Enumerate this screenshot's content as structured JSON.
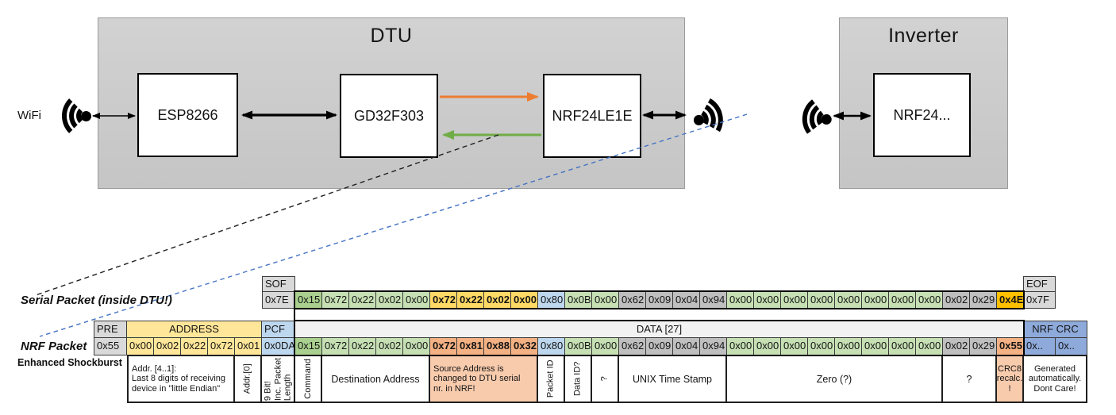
{
  "colors": {
    "gray_header": "#D9D9D9",
    "gray_byte": "#BFBFBF",
    "green_med": "#A9D08E",
    "green_light": "#C6E0B4",
    "gold": "#FFD966",
    "orange": "#FFC000",
    "salmon": "#F4B183",
    "salmon_light": "#F8CBAD",
    "blue_light": "#BDD7EE",
    "blue_crc": "#8EAADB",
    "yellow_addr": "#FFE699",
    "data_header_bg": "#F2F2F2",
    "arrow_orange": "#ED7D31",
    "arrow_green": "#70AD47",
    "dash_blue": "#4472C4",
    "dash_black": "#222222"
  },
  "diagram": {
    "wifi_label": "WiFi",
    "dtu": {
      "title": "DTU",
      "components": [
        {
          "label": "ESP8266"
        },
        {
          "label": "GD32F303"
        },
        {
          "label": "NRF24LE1E"
        }
      ]
    },
    "inverter": {
      "title": "Inverter",
      "components": [
        {
          "label": "NRF24..."
        }
      ]
    }
  },
  "serial_packet": {
    "label": "Serial Packet (inside DTU!)",
    "sof_header": "SOF",
    "sof_value": "0x7E",
    "eof_header": "EOF",
    "eof_value": "0x7F",
    "bytes": [
      {
        "v": "0x15",
        "c": "green_med"
      },
      {
        "v": "0x72",
        "c": "green_light"
      },
      {
        "v": "0x22",
        "c": "green_light"
      },
      {
        "v": "0x02",
        "c": "green_light"
      },
      {
        "v": "0x00",
        "c": "green_light"
      },
      {
        "v": "0x72",
        "c": "gold",
        "b": true
      },
      {
        "v": "0x22",
        "c": "gold",
        "b": true
      },
      {
        "v": "0x02",
        "c": "gold",
        "b": true
      },
      {
        "v": "0x00",
        "c": "gold",
        "b": true
      },
      {
        "v": "0x80",
        "c": "blue_light"
      },
      {
        "v": "0x0B",
        "c": "green_light"
      },
      {
        "v": "0x00",
        "c": "green_light"
      },
      {
        "v": "0x62",
        "c": "gray_byte"
      },
      {
        "v": "0x09",
        "c": "gray_byte"
      },
      {
        "v": "0x04",
        "c": "gray_byte"
      },
      {
        "v": "0x94",
        "c": "gray_byte"
      },
      {
        "v": "0x00",
        "c": "green_light"
      },
      {
        "v": "0x00",
        "c": "green_light"
      },
      {
        "v": "0x00",
        "c": "green_light"
      },
      {
        "v": "0x00",
        "c": "green_light"
      },
      {
        "v": "0x00",
        "c": "green_light"
      },
      {
        "v": "0x00",
        "c": "green_light"
      },
      {
        "v": "0x00",
        "c": "green_light"
      },
      {
        "v": "0x00",
        "c": "green_light"
      },
      {
        "v": "0x02",
        "c": "gray_byte"
      },
      {
        "v": "0x29",
        "c": "gray_byte"
      },
      {
        "v": "0x4E",
        "c": "orange",
        "b": true
      }
    ]
  },
  "nrf_packet": {
    "label": "NRF Packet",
    "sublabel": "Enhanced Shockburst",
    "pre_header": "PRE",
    "pre_value": "0x55",
    "address_header": "ADDRESS",
    "address_values": [
      "0x00",
      "0x02",
      "0x22",
      "0x72",
      "0x01"
    ],
    "pcf_header": "PCF",
    "pcf_value": "0x0DA",
    "data_header": "DATA [27]",
    "bytes": [
      {
        "v": "0x15",
        "c": "green_med"
      },
      {
        "v": "0x72",
        "c": "green_light"
      },
      {
        "v": "0x22",
        "c": "green_light"
      },
      {
        "v": "0x02",
        "c": "green_light"
      },
      {
        "v": "0x00",
        "c": "green_light"
      },
      {
        "v": "0x72",
        "c": "salmon",
        "b": true
      },
      {
        "v": "0x81",
        "c": "salmon",
        "b": true
      },
      {
        "v": "0x88",
        "c": "salmon",
        "b": true
      },
      {
        "v": "0x32",
        "c": "salmon",
        "b": true
      },
      {
        "v": "0x80",
        "c": "blue_light"
      },
      {
        "v": "0x0B",
        "c": "green_light"
      },
      {
        "v": "0x00",
        "c": "green_light"
      },
      {
        "v": "0x62",
        "c": "gray_byte"
      },
      {
        "v": "0x09",
        "c": "gray_byte"
      },
      {
        "v": "0x04",
        "c": "gray_byte"
      },
      {
        "v": "0x94",
        "c": "gray_byte"
      },
      {
        "v": "0x00",
        "c": "green_light"
      },
      {
        "v": "0x00",
        "c": "green_light"
      },
      {
        "v": "0x00",
        "c": "green_light"
      },
      {
        "v": "0x00",
        "c": "green_light"
      },
      {
        "v": "0x00",
        "c": "green_light"
      },
      {
        "v": "0x00",
        "c": "green_light"
      },
      {
        "v": "0x00",
        "c": "green_light"
      },
      {
        "v": "0x00",
        "c": "green_light"
      },
      {
        "v": "0x02",
        "c": "gray_byte"
      },
      {
        "v": "0x29",
        "c": "gray_byte"
      },
      {
        "v": "0x55",
        "c": "salmon",
        "b": true
      }
    ],
    "crc_header": "NRF CRC",
    "crc_values": [
      "0x..",
      "0x.."
    ]
  },
  "annotations": [
    {
      "text": "Addr. [4..1]:\nLast 8 digits of receiving\ndevice in \"little Endian\"",
      "span": 4,
      "align": "left"
    },
    {
      "text": "Addr.[0]",
      "span": 1,
      "vertical": true
    },
    {
      "text": "9 Bit!\nInc. Packet\nLength",
      "span": 1,
      "vertical": true
    },
    {
      "text": "Command",
      "span": 1,
      "vertical": true
    },
    {
      "text": "Destination Address",
      "span": 4
    },
    {
      "text": "Source Address is\nchanged to DTU serial\nnr. in NRF!",
      "span": 4,
      "align": "left",
      "bg": "salmon_light"
    },
    {
      "text": "Packet ID",
      "span": 1,
      "vertical": true
    },
    {
      "text": "Data ID?",
      "span": 1,
      "vertical": true
    },
    {
      "text": "?",
      "span": 1,
      "vertical": true
    },
    {
      "text": "UNIX Time Stamp",
      "span": 4
    },
    {
      "text": "Zero (?)",
      "span": 8
    },
    {
      "text": "?",
      "span": 2
    },
    {
      "text": "CRC8\nrecalc.\n!",
      "span": 1,
      "bg": "salmon_light"
    },
    {
      "text": "Generated\nautomatically.\nDont Care!",
      "span": 2
    }
  ]
}
